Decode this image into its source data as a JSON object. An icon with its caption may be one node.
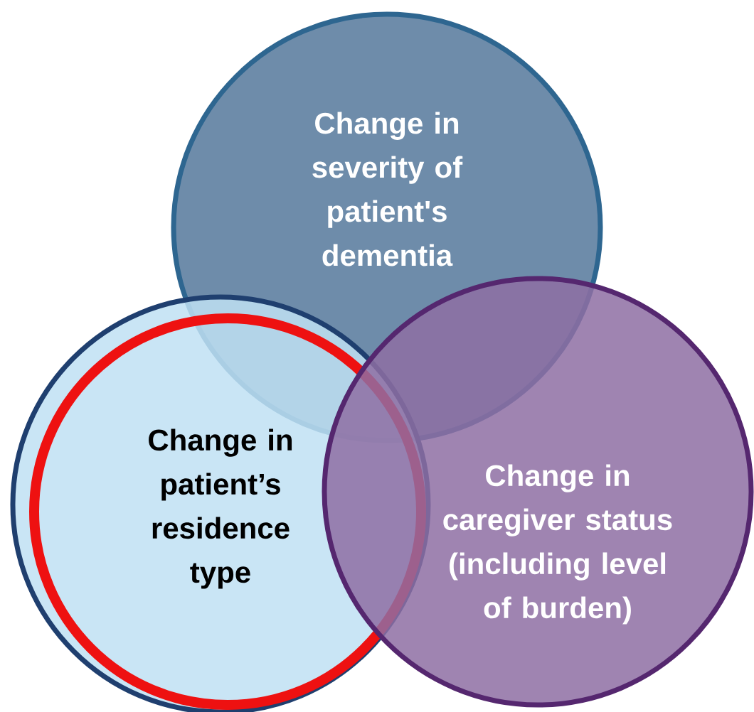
{
  "diagram": {
    "nodes": [
      {
        "text": [
          "Change in severity of patient's dementia"
        ]
      },
      {
        "text": [
          "Change in patient’s residence type"
        ]
      },
      {
        "text": [
          "Change in caregiver status (including level of burden)"
        ]
      }
    ]
  }
}
